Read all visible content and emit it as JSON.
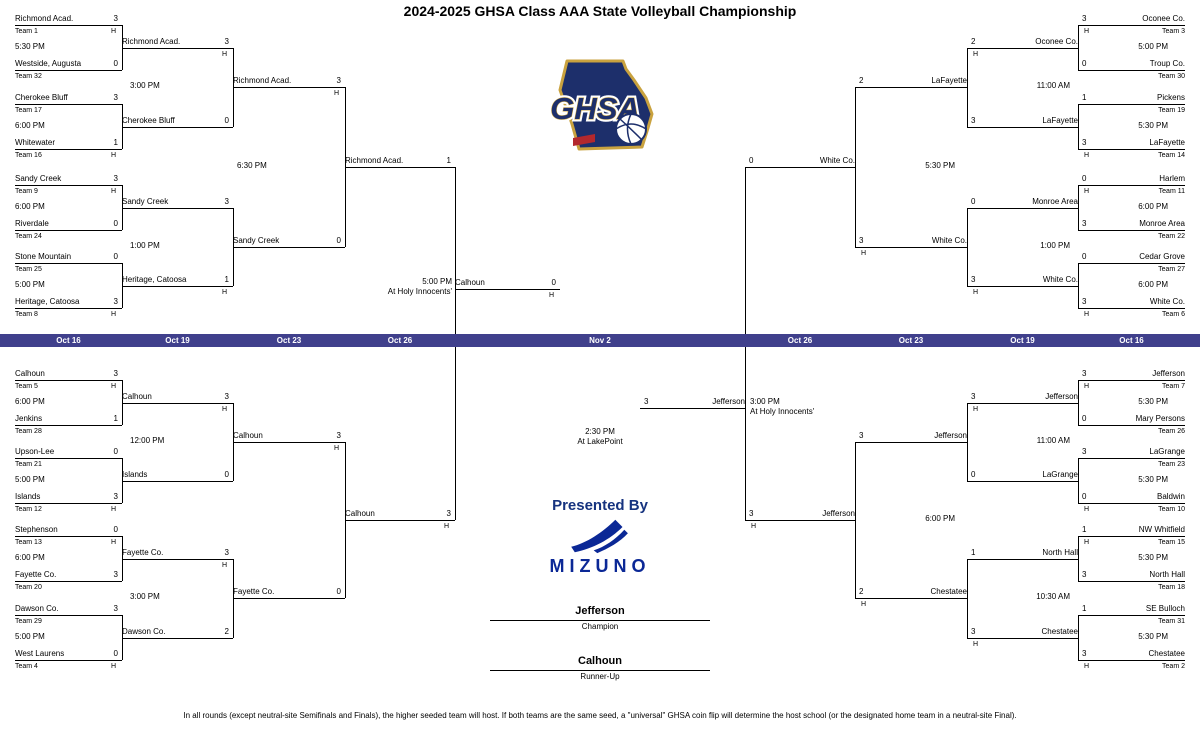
{
  "title": "2024-2025 GHSA Class AAA State Volleyball Championship",
  "home_marker": "H",
  "date_bar": [
    "Oct 16",
    "Oct 19",
    "Oct 23",
    "Oct 26",
    "Nov 2",
    "Oct 26",
    "Oct 23",
    "Oct 19",
    "Oct 16"
  ],
  "ghsa_logo": {
    "text": "GHSA"
  },
  "presented_by": {
    "label": "Presented By",
    "brand": "MIZUNO"
  },
  "champion": {
    "name": "Jefferson",
    "label": "Champion"
  },
  "runner_up": {
    "name": "Calhoun",
    "label": "Runner-Up"
  },
  "final_info": {
    "time": "2:30 PM",
    "venue": "At LakePoint"
  },
  "semifinal_info": {
    "left": {
      "time": "5:00 PM",
      "venue": "At Holy Innocents'"
    },
    "right": {
      "time": "3:00 PM",
      "venue": "At Holy Innocents'"
    }
  },
  "finalists": {
    "left": {
      "name": "Calhoun",
      "score": "0",
      "home": true
    },
    "right": {
      "name": "Jefferson",
      "score": "3",
      "home": false
    }
  },
  "quadrants": {
    "top_left": {
      "r1": [
        {
          "name": "Richmond Acad.",
          "score": "3",
          "seed": "Team 1",
          "home": true
        },
        {
          "name": "Westside, Augusta",
          "score": "0",
          "seed": "Team 32",
          "home": false
        },
        {
          "name": "Cherokee Bluff",
          "score": "3",
          "seed": "Team 17",
          "home": false
        },
        {
          "name": "Whitewater",
          "score": "1",
          "seed": "Team 16",
          "home": true
        },
        {
          "name": "Sandy Creek",
          "score": "3",
          "seed": "Team 9",
          "home": true
        },
        {
          "name": "Riverdale",
          "score": "0",
          "seed": "Team 24",
          "home": false
        },
        {
          "name": "Stone Mountain",
          "score": "0",
          "seed": "Team 25",
          "home": false
        },
        {
          "name": "Heritage, Catoosa",
          "score": "3",
          "seed": "Team 8",
          "home": true
        }
      ],
      "r1_times": [
        "5:30 PM",
        "6:00 PM",
        "6:00 PM",
        "5:00 PM"
      ],
      "r2": [
        {
          "name": "Richmond Acad.",
          "score": "3",
          "home": true
        },
        {
          "name": "Cherokee Bluff",
          "score": "0",
          "home": false
        },
        {
          "name": "Sandy Creek",
          "score": "3",
          "home": false
        },
        {
          "name": "Heritage, Catoosa",
          "score": "1",
          "home": true
        }
      ],
      "r2_times": [
        "3:00 PM",
        "1:00 PM"
      ],
      "r3": [
        {
          "name": "Richmond Acad.",
          "score": "3",
          "home": true
        },
        {
          "name": "Sandy Creek",
          "score": "0",
          "home": false
        }
      ],
      "r3_time": "6:30 PM",
      "r4": {
        "name": "Richmond Acad.",
        "score": "1",
        "home": false
      }
    },
    "bottom_left": {
      "r1": [
        {
          "name": "Calhoun",
          "score": "3",
          "seed": "Team 5",
          "home": true
        },
        {
          "name": "Jenkins",
          "score": "1",
          "seed": "Team 28",
          "home": false
        },
        {
          "name": "Upson-Lee",
          "score": "0",
          "seed": "Team 21",
          "home": false
        },
        {
          "name": "Islands",
          "score": "3",
          "seed": "Team 12",
          "home": true
        },
        {
          "name": "Stephenson",
          "score": "0",
          "seed": "Team 13",
          "home": true
        },
        {
          "name": "Fayette Co.",
          "score": "3",
          "seed": "Team 20",
          "home": false
        },
        {
          "name": "Dawson Co.",
          "score": "3",
          "seed": "Team 29",
          "home": false
        },
        {
          "name": "West Laurens",
          "score": "0",
          "seed": "Team 4",
          "home": true
        }
      ],
      "r1_times": [
        "6:00 PM",
        "5:00 PM",
        "6:00 PM",
        "5:00 PM"
      ],
      "r2": [
        {
          "name": "Calhoun",
          "score": "3",
          "home": true
        },
        {
          "name": "Islands",
          "score": "0",
          "home": false
        },
        {
          "name": "Fayette Co.",
          "score": "3",
          "home": true
        },
        {
          "name": "Dawson Co.",
          "score": "2",
          "home": false
        }
      ],
      "r2_times": [
        "12:00 PM",
        "3:00 PM"
      ],
      "r3": [
        {
          "name": "Calhoun",
          "score": "3",
          "home": true
        },
        {
          "name": "Fayette Co.",
          "score": "0",
          "home": false
        }
      ],
      "r3_time": null,
      "r4": {
        "name": "Calhoun",
        "score": "3",
        "home": true
      }
    },
    "top_right": {
      "r1": [
        {
          "name": "Oconee Co.",
          "score": "3",
          "seed": "Team 3",
          "home": true
        },
        {
          "name": "Troup Co.",
          "score": "0",
          "seed": "Team 30",
          "home": false
        },
        {
          "name": "Pickens",
          "score": "1",
          "seed": "Team 19",
          "home": false
        },
        {
          "name": "LaFayette",
          "score": "3",
          "seed": "Team 14",
          "home": true
        },
        {
          "name": "Harlem",
          "score": "0",
          "seed": "Team 11",
          "home": true
        },
        {
          "name": "Monroe Area",
          "score": "3",
          "seed": "Team 22",
          "home": false
        },
        {
          "name": "Cedar Grove",
          "score": "0",
          "seed": "Team 27",
          "home": false
        },
        {
          "name": "White Co.",
          "score": "3",
          "seed": "Team 6",
          "home": true
        }
      ],
      "r1_times": [
        "5:00 PM",
        "5:30 PM",
        "6:00 PM",
        "6:00 PM"
      ],
      "r2": [
        {
          "name": "Oconee Co.",
          "score": "2",
          "home": true
        },
        {
          "name": "LaFayette",
          "score": "3",
          "home": false
        },
        {
          "name": "Monroe Area",
          "score": "0",
          "home": false
        },
        {
          "name": "White Co.",
          "score": "3",
          "home": true
        }
      ],
      "r2_times": [
        "11:00 AM",
        "1:00 PM"
      ],
      "r3": [
        {
          "name": "LaFayette",
          "score": "2",
          "home": false
        },
        {
          "name": "White Co.",
          "score": "3",
          "home": true
        }
      ],
      "r3_time": "5:30 PM",
      "r4": {
        "name": "White Co.",
        "score": "0",
        "home": false
      }
    },
    "bottom_right": {
      "r1": [
        {
          "name": "Jefferson",
          "score": "3",
          "seed": "Team 7",
          "home": true
        },
        {
          "name": "Mary Persons",
          "score": "0",
          "seed": "Team 26",
          "home": false
        },
        {
          "name": "LaGrange",
          "score": "3",
          "seed": "Team 23",
          "home": false
        },
        {
          "name": "Baldwin",
          "score": "0",
          "seed": "Team 10",
          "home": true
        },
        {
          "name": "NW Whitfield",
          "score": "1",
          "seed": "Team 15",
          "home": true
        },
        {
          "name": "North Hall",
          "score": "3",
          "seed": "Team 18",
          "home": false
        },
        {
          "name": "SE Bulloch",
          "score": "1",
          "seed": "Team 31",
          "home": false
        },
        {
          "name": "Chestatee",
          "score": "3",
          "seed": "Team 2",
          "home": true
        }
      ],
      "r1_times": [
        "5:30 PM",
        "5:30 PM",
        "5:30 PM",
        "5:30 PM"
      ],
      "r2": [
        {
          "name": "Jefferson",
          "score": "3",
          "home": true
        },
        {
          "name": "LaGrange",
          "score": "0",
          "home": false
        },
        {
          "name": "North Hall",
          "score": "1",
          "home": false
        },
        {
          "name": "Chestatee",
          "score": "3",
          "home": true
        }
      ],
      "r2_times": [
        "11:00 AM",
        "10:30 AM"
      ],
      "r3": [
        {
          "name": "Jefferson",
          "score": "3",
          "home": false
        },
        {
          "name": "Chestatee",
          "score": "2",
          "home": true
        }
      ],
      "r3_time": "6:00 PM",
      "r4": {
        "name": "Jefferson",
        "score": "3",
        "home": true
      }
    }
  },
  "footer_note": "In all rounds (except neutral-site Semifinals and Finals), the higher seeded team will host. If both teams are the same seed, a \"universal\" GHSA coin flip will determine the host school (or the designated home team in a neutral-site Final).",
  "colors": {
    "bar_bg": "#40408c",
    "line": "#000000",
    "navy": "#1d2f6b",
    "gold": "#c9a23f",
    "red": "#b3282d",
    "presented_blue": "#16337f",
    "mizuno_blue": "#0b2896"
  }
}
